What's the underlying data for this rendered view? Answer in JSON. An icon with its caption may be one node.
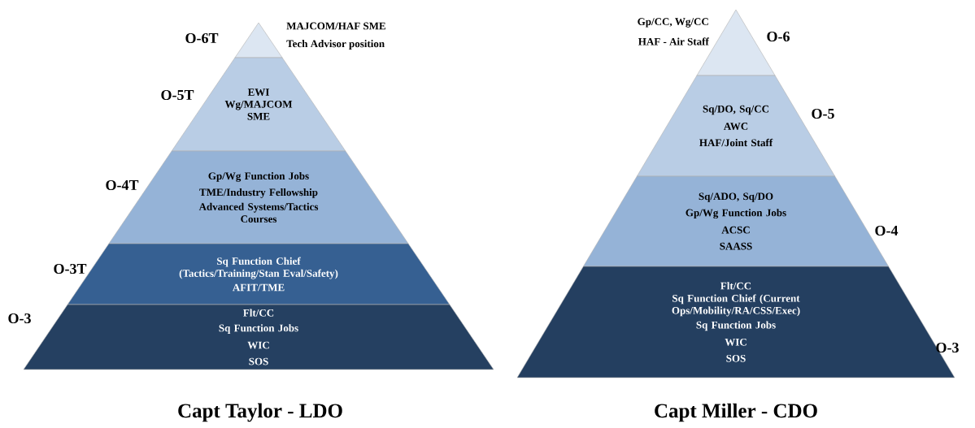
{
  "diagram": {
    "nodes": [
      {
        "text": [],
        "shape": "triangle",
        "beside": [
          "O-6T",
          "MAJCOM/HAF SME",
          "Tech Advisor position"
        ]
      },
      {
        "text": [
          "EWI",
          "Wg/MAJCOM SME"
        ],
        "beside": [
          "O-5T"
        ]
      },
      {
        "text": [
          "Gp/Wg Function Jobs",
          "TME/Industry Fellowship",
          "Advanced Systems/Tactics Courses"
        ],
        "beside": [
          "O-4T"
        ]
      },
      {
        "text": [
          "Sq Function Chief (Tactics/Training/Stan Eval/Safety)",
          "AFIT/TME"
        ],
        "beside": [
          "O-3T"
        ]
      },
      {
        "text": [
          "Flt/CC",
          "Sq Function Jobs",
          "WIC",
          "SOS"
        ],
        "beside": [
          "O-3"
        ]
      },
      {
        "text": [],
        "shape": "triangle",
        "beside": [
          "Gp/CC, Wg/CC",
          "HAF - Air Staff",
          "O-6"
        ]
      },
      {
        "text": [
          "Sq/DO, Sq/CC",
          "AWC",
          "HAF/Joint Staff"
        ],
        "beside": [
          "O-5"
        ]
      },
      {
        "text": [
          "Sq/ADO, Sq/DO",
          "Gp/Wg Function Jobs",
          "ACSC",
          "SAASS"
        ],
        "beside": [
          "O-4"
        ]
      },
      {
        "text": [
          "Flt/CC",
          "Sq Function Chief (Current Ops/Mobility/RA/CSS/Exec)",
          "Sq Function Jobs",
          "WIC",
          "SOS"
        ],
        "beside": [
          "O-3"
        ]
      }
    ],
    "labels": [
      "Capt Taylor - LDO",
      "Capt Miller - CDO"
    ]
  }
}
